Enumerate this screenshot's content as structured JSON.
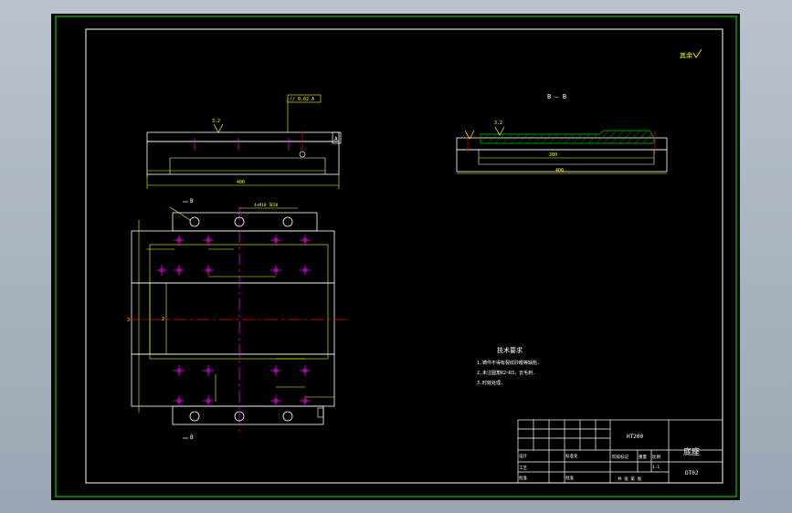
{
  "colors": {
    "frame_border": "#00c800",
    "drawing": "#ffffff",
    "outline": "#ffff00",
    "dimension": "#00ffff",
    "center": "#ff0000",
    "holes": "#ff00ff",
    "hatch": "#00c000"
  },
  "roughness_symbol": "其余",
  "views": {
    "top_view": {
      "roughness": "3.2",
      "datum": "A",
      "tolerance_frame": "// 0.02 A",
      "overall_dim": "400"
    },
    "section_view": {
      "label": "B — B",
      "roughness": "3.2",
      "overall_dim": "400",
      "inner_dim": "300"
    },
    "plan_view": {
      "section_marker_top": "B",
      "section_marker_bottom": "B",
      "left_dim": "3",
      "hole_note": "4×M10 深20"
    }
  },
  "technical_requirements": {
    "title": "技术要求",
    "lines": [
      "1.铸件不得有裂纹砂眼等缺陷.",
      "2.未注圆角R2~R3，去毛刺.",
      "3.时效处理."
    ]
  },
  "title_block": {
    "material": "HT200",
    "part_name": "底座",
    "drawing_no": "DT02",
    "labels": {
      "design": "设计",
      "standard": "标准化",
      "process": "工艺",
      "approve": "批准",
      "stage": "阶段标记",
      "weight": "重量",
      "scale": "比例",
      "scale_value": "1:1",
      "sheets": "共 张 第 张"
    }
  }
}
